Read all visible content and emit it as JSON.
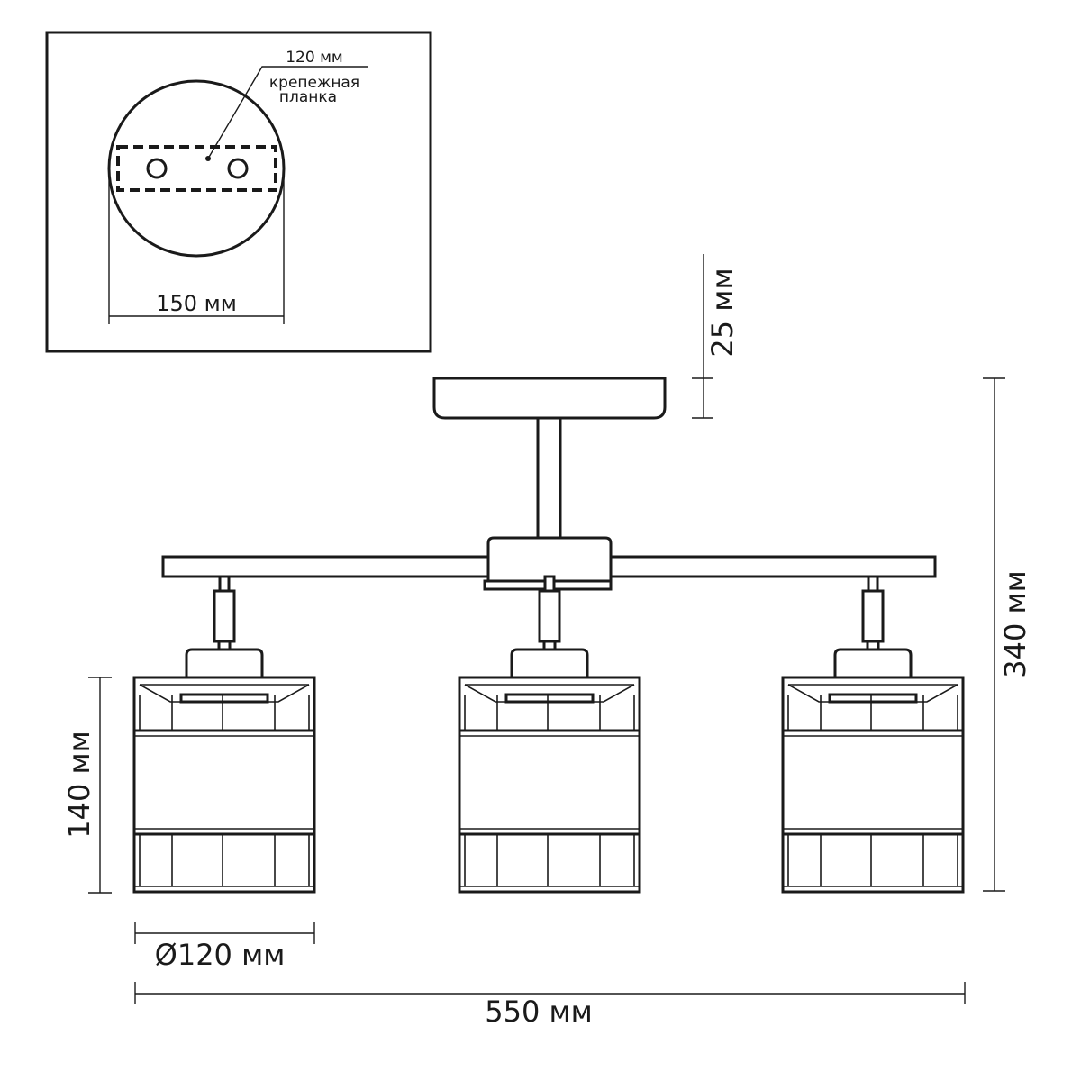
{
  "inset": {
    "plate_length_label": "120 мм",
    "plate_name_label": "крепежная планка",
    "plate_name_lines": [
      "крепежная",
      "планка"
    ],
    "canopy_diameter_label": "150 мм"
  },
  "dimensions": {
    "canopy_height": "25 мм",
    "total_height": "340 мм",
    "shade_height": "140 мм",
    "shade_diameter": "Ø120 мм",
    "total_width": "550 мм"
  }
}
